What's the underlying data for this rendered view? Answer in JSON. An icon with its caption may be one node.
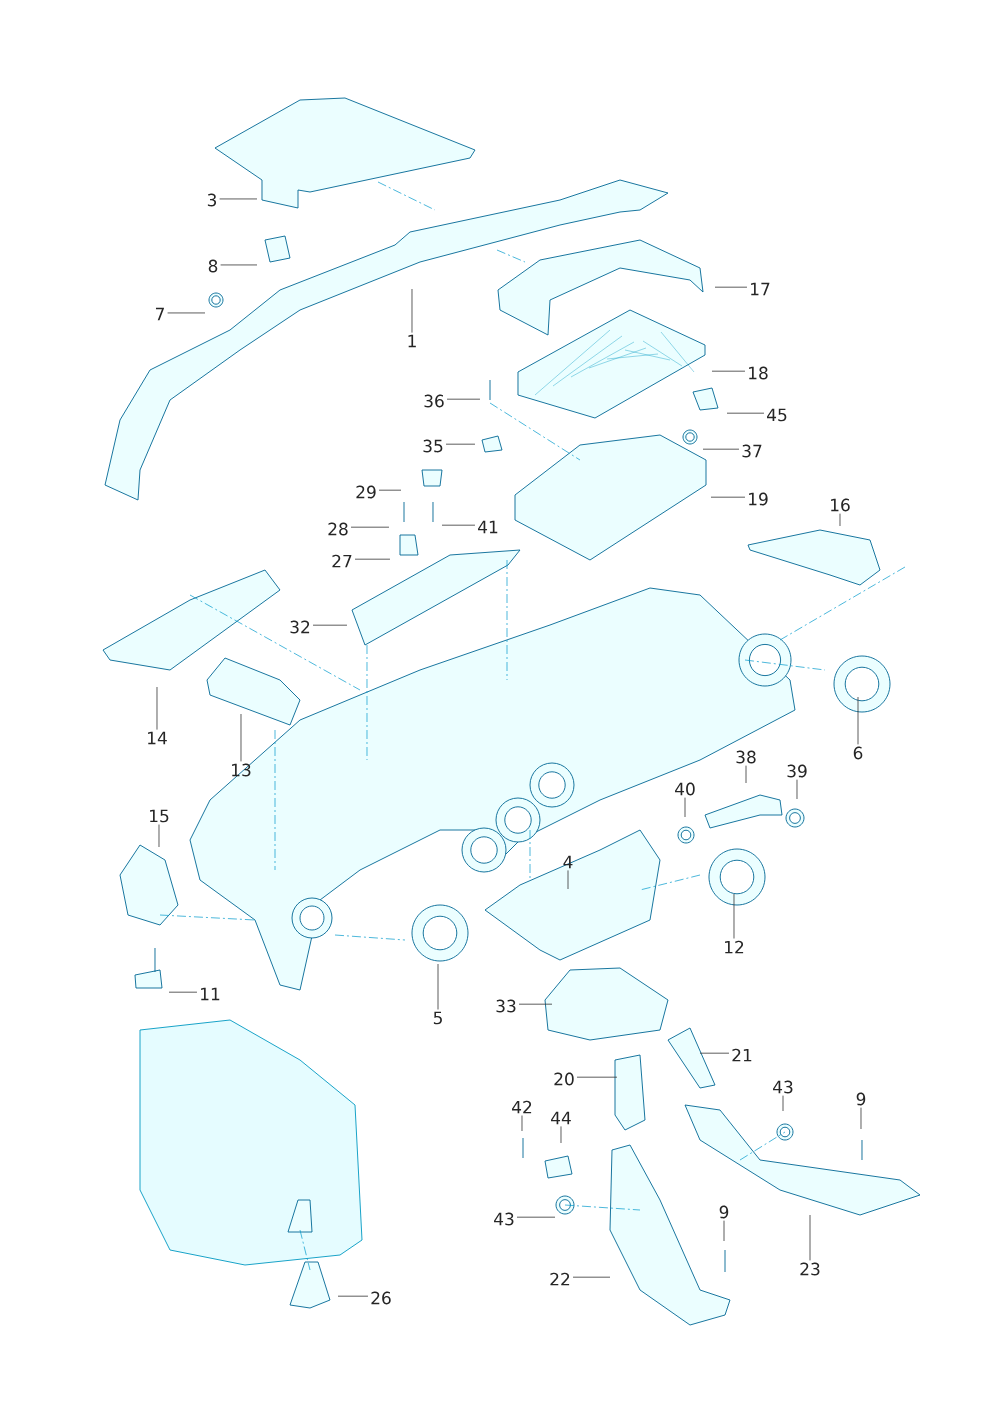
{
  "diagram": {
    "nodes": [
      {
        "text": [
          "3"
        ]
      },
      {
        "text": [
          "8"
        ]
      },
      {
        "text": [
          "7"
        ]
      },
      {
        "text": [
          "1"
        ]
      },
      {
        "text": [
          "17"
        ]
      },
      {
        "text": [
          "18"
        ]
      },
      {
        "text": [
          "36"
        ]
      },
      {
        "text": [
          "45"
        ]
      },
      {
        "text": [
          "35"
        ]
      },
      {
        "text": [
          "37"
        ]
      },
      {
        "text": [
          "29"
        ]
      },
      {
        "text": [
          "19"
        ]
      },
      {
        "text": [
          "16"
        ]
      },
      {
        "text": [
          "28"
        ]
      },
      {
        "text": [
          "41"
        ]
      },
      {
        "text": [
          "27"
        ]
      },
      {
        "text": [
          "32"
        ]
      },
      {
        "text": [
          "14"
        ]
      },
      {
        "text": [
          "6"
        ]
      },
      {
        "text": [
          "38"
        ]
      },
      {
        "text": [
          "13"
        ]
      },
      {
        "text": [
          "39"
        ]
      },
      {
        "text": [
          "40"
        ]
      },
      {
        "text": [
          "15"
        ]
      },
      {
        "text": [
          "4"
        ]
      },
      {
        "text": [
          "12"
        ]
      },
      {
        "text": [
          "11"
        ]
      },
      {
        "text": [
          "5"
        ]
      },
      {
        "text": [
          "33"
        ]
      },
      {
        "text": [
          "21"
        ]
      },
      {
        "text": [
          "20"
        ]
      },
      {
        "text": [
          "43"
        ]
      },
      {
        "text": [
          "42"
        ]
      },
      {
        "text": [
          "9"
        ]
      },
      {
        "text": [
          "44"
        ]
      },
      {
        "text": [
          "43"
        ]
      },
      {
        "text": [
          "9"
        ]
      },
      {
        "text": [
          "23"
        ]
      },
      {
        "text": [
          "22"
        ]
      },
      {
        "text": [
          "26"
        ]
      }
    ],
    "edges": [
      {
        "from": 0,
        "to": null,
        "arrow": "none"
      },
      {
        "from": 1,
        "to": null,
        "arrow": "none"
      },
      {
        "from": 2,
        "to": null,
        "arrow": "none"
      },
      {
        "from": 3,
        "to": null,
        "arrow": "none"
      },
      {
        "from": 4,
        "to": null,
        "arrow": "none"
      },
      {
        "from": 5,
        "to": null,
        "arrow": "none"
      },
      {
        "from": 6,
        "to": null,
        "arrow": "none"
      },
      {
        "from": 7,
        "to": null,
        "arrow": "none"
      },
      {
        "from": 8,
        "to": null,
        "arrow": "none"
      },
      {
        "from": 9,
        "to": null,
        "arrow": "none"
      },
      {
        "from": 10,
        "to": null,
        "arrow": "none"
      },
      {
        "from": 11,
        "to": null,
        "arrow": "none"
      },
      {
        "from": 12,
        "to": null,
        "arrow": "none"
      },
      {
        "from": 13,
        "to": null,
        "arrow": "none"
      },
      {
        "from": 14,
        "to": null,
        "arrow": "none"
      },
      {
        "from": 15,
        "to": null,
        "arrow": "none"
      },
      {
        "from": 16,
        "to": null,
        "arrow": "none"
      },
      {
        "from": 17,
        "to": null,
        "arrow": "none"
      },
      {
        "from": 18,
        "to": null,
        "arrow": "none"
      },
      {
        "from": 19,
        "to": null,
        "arrow": "none"
      },
      {
        "from": 20,
        "to": null,
        "arrow": "none"
      },
      {
        "from": 21,
        "to": null,
        "arrow": "none"
      },
      {
        "from": 22,
        "to": null,
        "arrow": "none"
      },
      {
        "from": 23,
        "to": null,
        "arrow": "none"
      },
      {
        "from": 24,
        "to": null,
        "arrow": "none"
      },
      {
        "from": 25,
        "to": null,
        "arrow": "none"
      },
      {
        "from": 26,
        "to": null,
        "arrow": "none"
      },
      {
        "from": 27,
        "to": null,
        "arrow": "none"
      },
      {
        "from": 28,
        "to": null,
        "arrow": "none"
      },
      {
        "from": 29,
        "to": null,
        "arrow": "none"
      },
      {
        "from": 30,
        "to": null,
        "arrow": "none"
      },
      {
        "from": 31,
        "to": null,
        "arrow": "none"
      },
      {
        "from": 32,
        "to": null,
        "arrow": "none"
      },
      {
        "from": 33,
        "to": null,
        "arrow": "none"
      },
      {
        "from": 34,
        "to": null,
        "arrow": "none"
      },
      {
        "from": 35,
        "to": null,
        "arrow": "none"
      },
      {
        "from": 36,
        "to": null,
        "arrow": "none"
      },
      {
        "from": 37,
        "to": null,
        "arrow": "none"
      },
      {
        "from": 38,
        "to": null,
        "arrow": "none"
      },
      {
        "from": 39,
        "to": null,
        "arrow": "none"
      }
    ]
  }
}
